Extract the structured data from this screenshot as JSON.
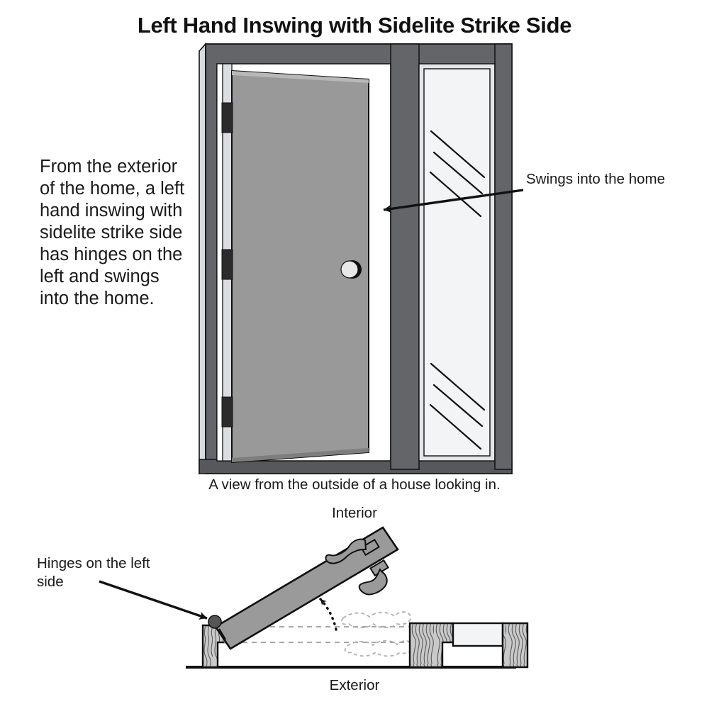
{
  "page": {
    "title": "Left Hand Inswing with Sidelite Strike Side",
    "background_color": "#ffffff"
  },
  "description": {
    "text": "From the exterior of the home, a left hand inswing with sidelite strike side has hinges on the left and swings into the home."
  },
  "elevation_view": {
    "caption": "A view from the outside of a house looking in.",
    "annotation_swings": "Swings into the home",
    "colors": {
      "frame": "#636569",
      "frame_dark": "#57585c",
      "door_slab": "#999999",
      "glass": "#f2f4f6",
      "hinge": "#2b2b2b",
      "knob": "#e8e8e8",
      "outline": "#111111"
    },
    "parts": {
      "frame_label": "door frame",
      "door_label": "door slab",
      "sidelite_label": "sidelite glass panel",
      "hinge_count": 3,
      "knob_label": "door knob"
    }
  },
  "plan_view": {
    "label_interior": "Interior",
    "label_exterior": "Exterior",
    "annotation_hinges": "Hinges on the left side",
    "colors": {
      "door_plank": "#9a9a9a",
      "jamb_fill": "#c9c9c9",
      "jamb_grain": "#5a5a5a",
      "glass": "#f2f4f6",
      "pivot": "#555555",
      "ghost": "#aaaaaa",
      "outline": "#111111"
    },
    "parts": {
      "pivot_label": "hinge pivot point",
      "swing_arc_label": "swing direction arc",
      "lever_label": "lever handle",
      "ghost_label": "closed door position",
      "floor_label": "floor line"
    }
  }
}
